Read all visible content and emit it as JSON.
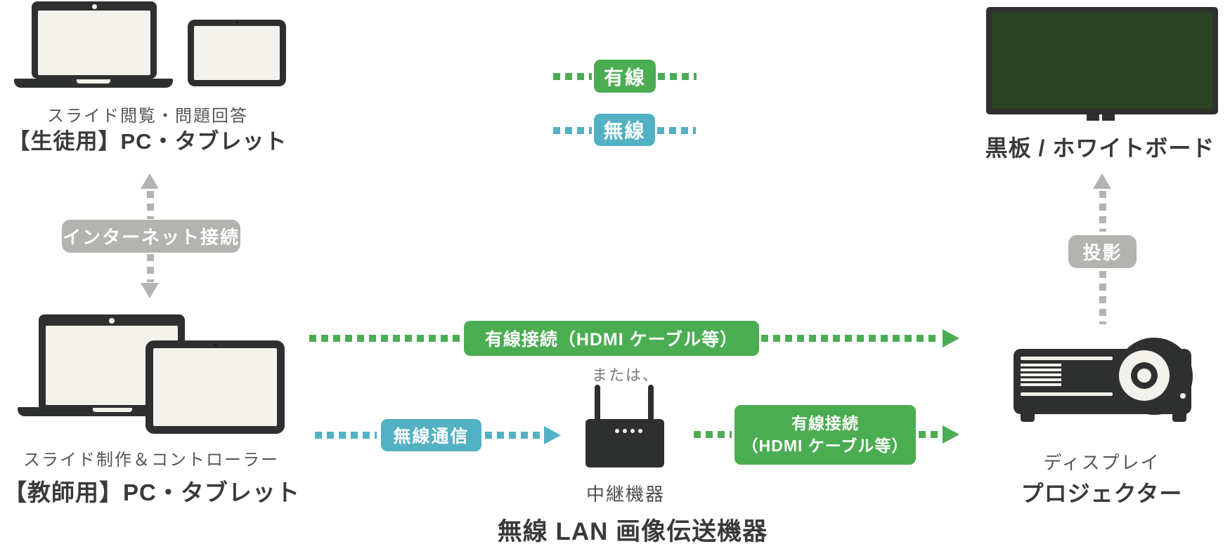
{
  "colors": {
    "accent_green": "#4bad52",
    "accent_teal": "#52b1c3",
    "badge_gray": "#b3b3b0",
    "device_dark": "#2e302f",
    "screen_cream": "#f2f1eb",
    "board_green": "#2b4423",
    "text_dark": "#3a3a39",
    "text_gray": "#565654"
  },
  "legend": {
    "wired": "有線",
    "wireless": "無線"
  },
  "student": {
    "caption_small": "スライド閲覧・問題回答",
    "caption_bold": "【生徒用】PC・タブレット"
  },
  "internet": {
    "label": "インターネット接続"
  },
  "teacher": {
    "caption_small": "スライド制作＆コントローラー",
    "caption_bold": "【教師用】PC・タブレット"
  },
  "wired_direct": {
    "label": "有線接続（HDMI ケーブル等）"
  },
  "or_label": "または、",
  "wireless_link": {
    "label": "無線通信"
  },
  "relay": {
    "wired_line1": "有線接続",
    "wired_line2": "（HDMI ケーブル等）",
    "device_label": "中継機器",
    "group_caption": "無線 LAN 画像伝送機器"
  },
  "projector": {
    "caption_small": "ディスプレイ",
    "caption_bold": "プロジェクター"
  },
  "projection": {
    "label": "投影"
  },
  "board": {
    "caption": "黒板 / ホワイトボード"
  }
}
